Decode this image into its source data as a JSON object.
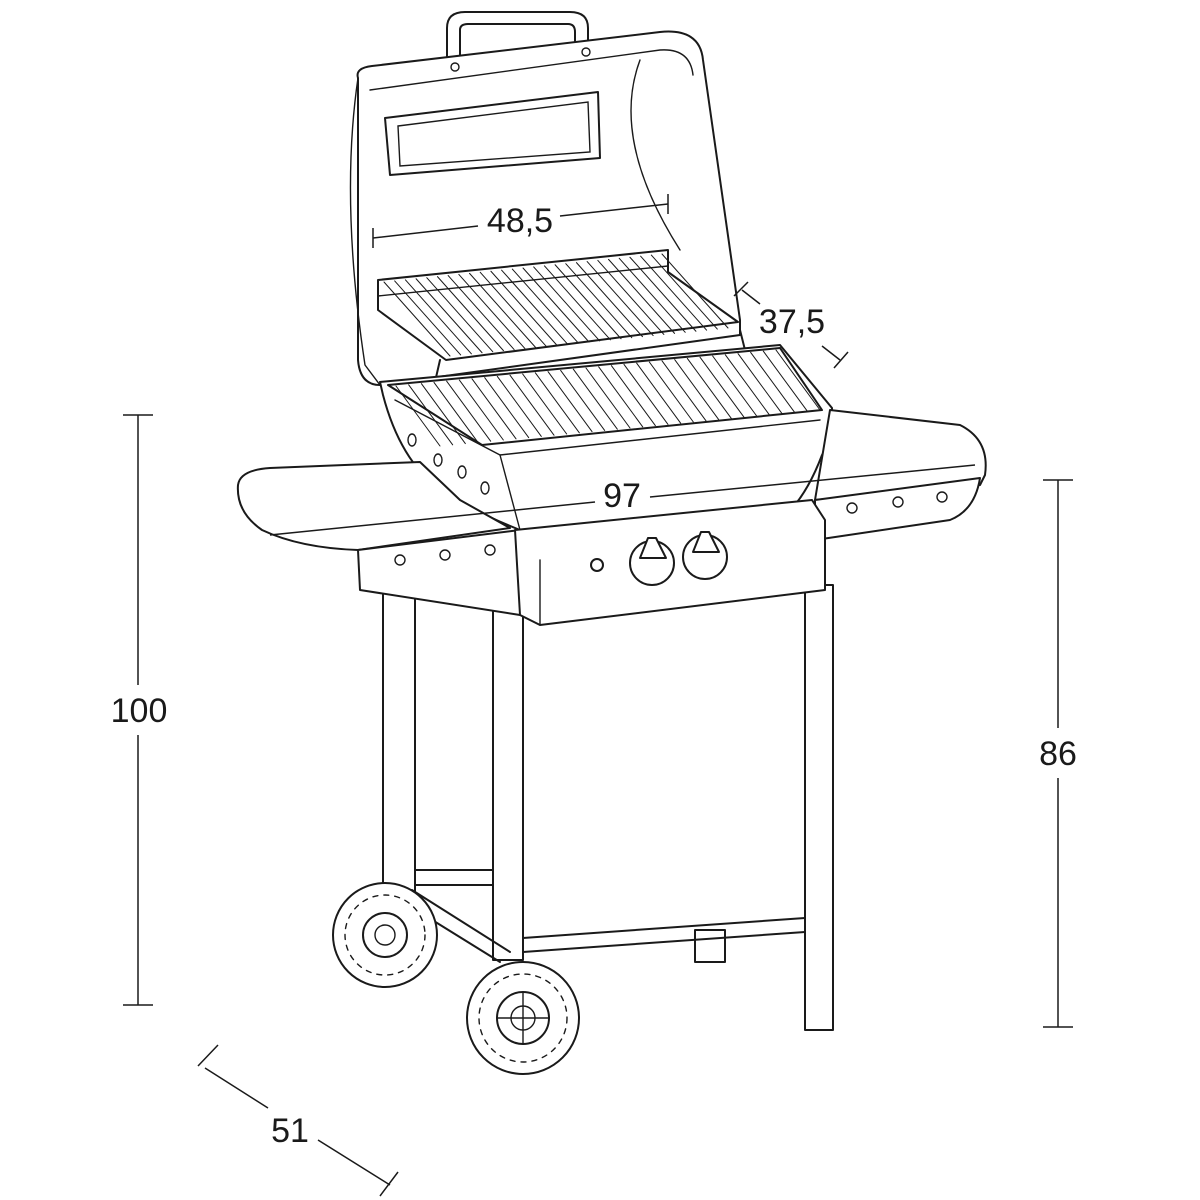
{
  "dimensions": {
    "grill_width": "48,5",
    "grill_depth": "37,5",
    "total_width": "97",
    "total_height": "100",
    "table_height": "86",
    "total_depth": "51"
  },
  "colors": {
    "line": "#1a1a1a",
    "background": "#ffffff"
  }
}
